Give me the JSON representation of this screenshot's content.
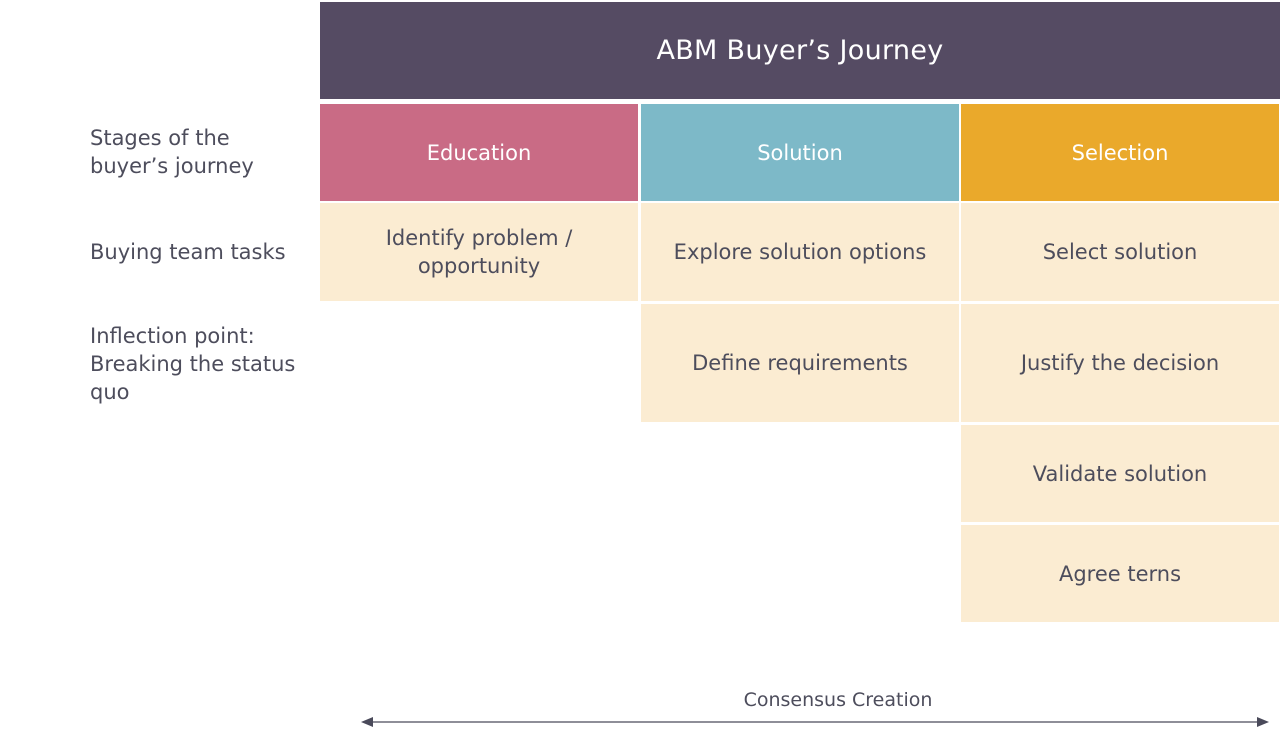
{
  "title": "ABM Buyer’s Journey",
  "row_labels": {
    "stages": "Stages of the buyer’s journey",
    "tasks": "Buying team tasks",
    "inflection": "Inflection point: Breaking the status quo"
  },
  "stages": {
    "education": "Education",
    "solution": "Solution",
    "selection": "Selection"
  },
  "tasks": {
    "education": [
      "Identify problem / opportunity"
    ],
    "solution": [
      "Explore solution options",
      "Define requirements"
    ],
    "selection": [
      "Select solution",
      "Justify the decision",
      "Validate solution",
      "Agree terns"
    ]
  },
  "consensus": "Consensus Creation",
  "colors": {
    "header": "#554b63",
    "education": "#c96b85",
    "solution": "#7db9c8",
    "selection": "#eaa92b",
    "task_bg": "#fbecd2"
  }
}
